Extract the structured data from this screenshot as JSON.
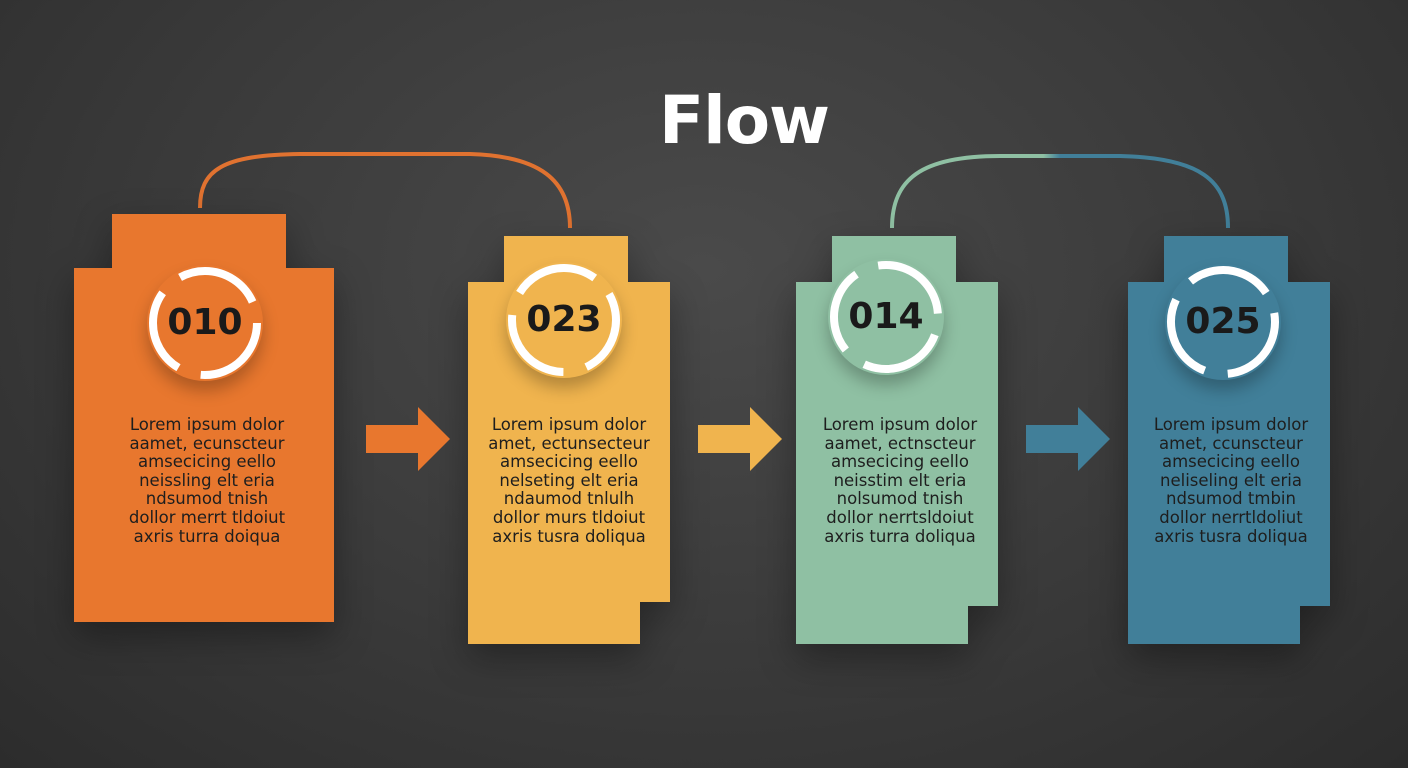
{
  "title": "Flow",
  "colors": {
    "background": "#3a3a3a",
    "orange": "#e8772e",
    "yellow": "#f0b44e",
    "green": "#8fc0a3",
    "blue": "#417f99"
  },
  "steps": [
    {
      "number": "010",
      "color": "#e8772e",
      "lines": [
        "Lorem ipsum dolor",
        "aamet, ecunscteur",
        "amsecicing eello",
        "neissling elt eria",
        "ndsumod tnish",
        "dollor merrt tldoiut",
        "axris turra doiqua"
      ]
    },
    {
      "number": "023",
      "color": "#f0b44e",
      "lines": [
        "Lorem ipsum dolor",
        "amet, ectunsecteur",
        "amsecicing eello",
        "nelseting elt eria",
        "ndaumod tnlulh",
        "dollor murs tldoiut",
        "axris tusra doliqua"
      ]
    },
    {
      "number": "014",
      "color": "#8fc0a3",
      "lines": [
        "Lorem ipsum dolor",
        "aamet, ectnscteur",
        "amsecicing eello",
        "neisstim elt eria",
        "nolsumod tnish",
        "dollor nerrtsldoiut",
        "axris turra doliqua"
      ]
    },
    {
      "number": "025",
      "color": "#417f99",
      "lines": [
        "Lorem ipsum dolor",
        "amet, ccunscteur",
        "amsecicing eello",
        "neliseling elt eria",
        "ndsumod tmbin",
        "dollor nerrtldoliut",
        "axris tusra doliqua"
      ]
    }
  ],
  "arrows": [
    {
      "color": "#e8772e"
    },
    {
      "color": "#f0b44e"
    },
    {
      "color": "#417f99"
    }
  ]
}
